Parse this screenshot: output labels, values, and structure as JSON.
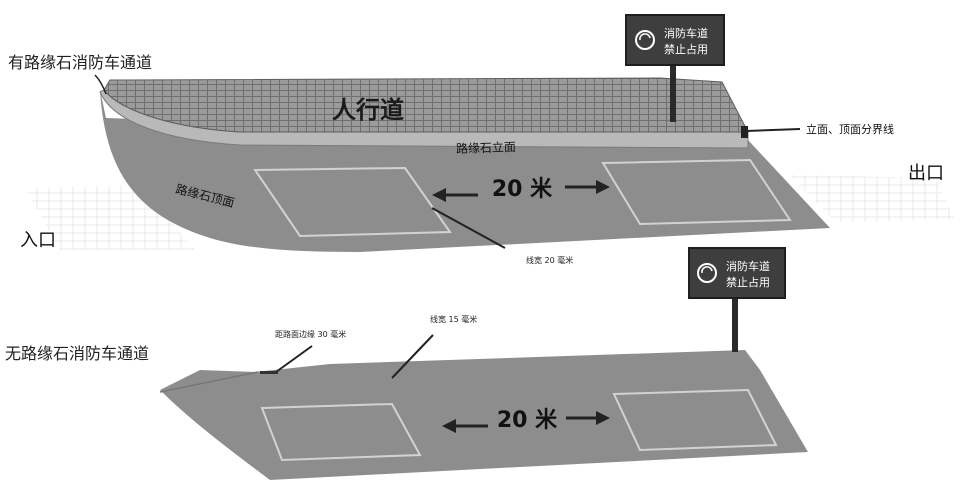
{
  "upper": {
    "title": "有路缘石消防车通道",
    "sidewalk_label": "人行道",
    "curb_face_label": "路缘石立面",
    "curb_side_label": "路缘石顶面",
    "boundary_note": "立面、顶面分界线",
    "distance_label": "20 米",
    "line_note": "线宽 20 毫米",
    "entrance_label": "入口",
    "exit_label": "出口",
    "sign": {
      "line1": "消防车道",
      "line2": "禁止占用"
    }
  },
  "lower": {
    "title": "无路缘石消防车通道",
    "edge_note": "距路面边缘 30 毫米",
    "line_note": "线宽 15 毫米",
    "distance_label": "20 米",
    "sign": {
      "line1": "消防车道",
      "line2": "禁止占用"
    }
  },
  "colors": {
    "road": "#8d8d8d",
    "curb": "#b5b5b5",
    "sidewalk": "#969696",
    "sign_bg": "#3e3e3e",
    "marking": "#d2d2d2"
  }
}
